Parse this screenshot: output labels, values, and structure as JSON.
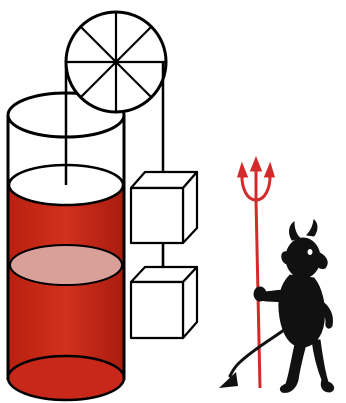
{
  "diagram": {
    "colors": {
      "background": "#ffffff",
      "outline": "#000000",
      "liquid": "#c8281a",
      "liquid_dark": "#9e1a10",
      "floating_disk": "#d9a09a",
      "pitchfork": "#d42a2a",
      "devil": "#111111"
    },
    "components": [
      {
        "id": "pulley-wheel",
        "kind": "wheel",
        "spokes": 8
      },
      {
        "id": "cylinder",
        "kind": "container",
        "contains": "liquid"
      },
      {
        "id": "piston",
        "kind": "disk"
      },
      {
        "id": "floating-disk",
        "kind": "disk"
      },
      {
        "id": "weight-upper",
        "kind": "cube"
      },
      {
        "id": "weight-lower",
        "kind": "cube"
      },
      {
        "id": "devil",
        "kind": "figure",
        "holds": "pitchfork"
      }
    ]
  }
}
